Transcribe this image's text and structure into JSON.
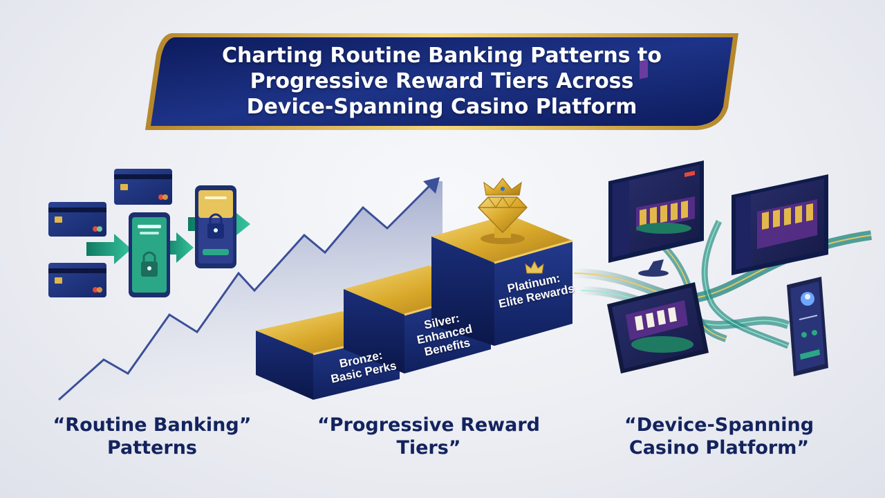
{
  "banner": {
    "title_lines": [
      "Charting Routine Banking Patterns to",
      "Progressive Reward Tiers Across",
      "Device-Spanning Casino Platform"
    ]
  },
  "sections": [
    {
      "caption_lines": [
        "“Routine Banking”",
        "Patterns"
      ]
    },
    {
      "caption_lines": [
        "“Progressive Reward",
        "Tiers”"
      ]
    },
    {
      "caption_lines": [
        "“Device-Spanning",
        "Casino Platform”"
      ]
    }
  ],
  "tiers": [
    {
      "label_lines": [
        "Bronze:",
        "Basic Perks"
      ]
    },
    {
      "label_lines": [
        "Silver:",
        "Enhanced",
        "Benefits"
      ]
    },
    {
      "label_lines": [
        "Platinum:",
        "Elite Rewards"
      ]
    }
  ],
  "colors": {
    "navy": "#1a2c78",
    "gold": "#d9a92b",
    "teal": "#1f9a80",
    "caption": "#13235e"
  },
  "icons": [
    "credit-card-icon",
    "smartphone-icon",
    "padlock-icon",
    "arrow-right-icon",
    "diamond-crown-icon",
    "crown-icon",
    "monitor-icon",
    "tablet-icon"
  ]
}
